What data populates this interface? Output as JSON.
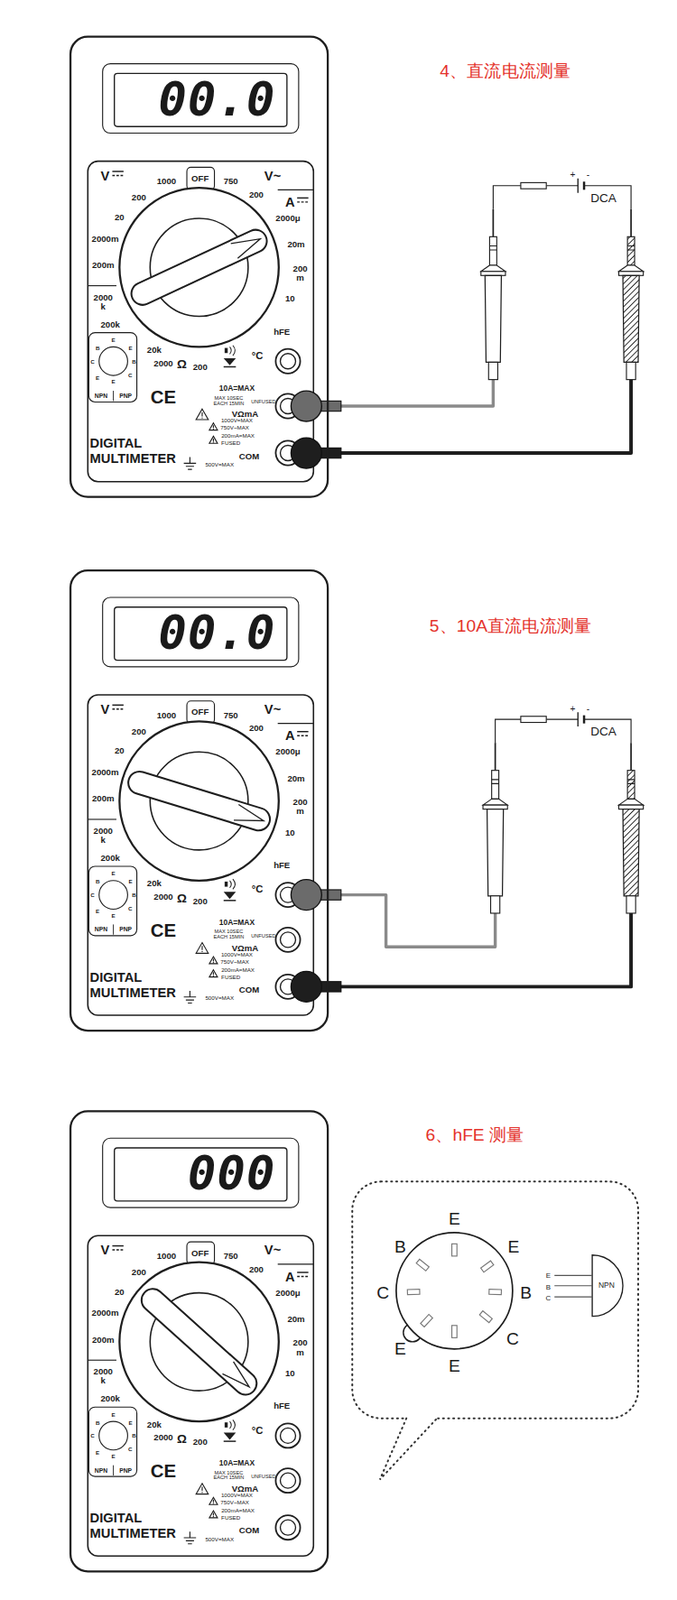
{
  "diagram": {
    "nodes": [
      {
        "text": [
          "DIGITAL MULTIMETER"
        ]
      },
      {
        "text": [
          "00.0"
        ],
        "in": 0
      },
      {
        "text": [
          "DIGITAL MULTIMETER"
        ]
      },
      {
        "text": [
          "00.0"
        ],
        "in": 2
      },
      {
        "text": [
          "DIGITAL MULTIMETER"
        ]
      },
      {
        "text": [
          "000"
        ],
        "in": 4
      }
    ],
    "labels": [
      "4、直流电流测量",
      "V",
      "1000",
      "OFF",
      "750",
      "V~",
      "200",
      "20",
      "2000m",
      "200m",
      "2000 k",
      "200k",
      "20k",
      "2000",
      "Ω",
      "200",
      "°C",
      "hFE",
      "10",
      "200 m",
      "20m",
      "2000μ",
      "A",
      "200",
      "E",
      "B",
      "E",
      "C",
      "B",
      "E",
      "C",
      "E",
      "NPN",
      "PNP",
      "CE",
      "10A=MAX",
      "MAX 10SEC EACH 15MIN",
      "UNFUSED",
      "VΩmA",
      "1000V=MAX",
      "750V~MAX",
      "200mA=MAX",
      "FUSED",
      "COM",
      "500V=MAX",
      "+",
      "-",
      "DCA",
      "5、10A直流电流测量",
      "V",
      "1000",
      "OFF",
      "750",
      "V~",
      "200",
      "20",
      "2000m",
      "200m",
      "2000 k",
      "200k",
      "20k",
      "2000",
      "Ω",
      "200",
      "°C",
      "hFE",
      "10",
      "200 m",
      "20m",
      "2000μ",
      "A",
      "200",
      "E",
      "B",
      "E",
      "C",
      "B",
      "E",
      "C",
      "E",
      "NPN",
      "PNP",
      "CE",
      "10A=MAX",
      "MAX 10SEC EACH 15MIN",
      "UNFUSED",
      "VΩmA",
      "1000V=MAX",
      "750V~MAX",
      "200mA=MAX",
      "FUSED",
      "COM",
      "500V=MAX",
      "+",
      "-",
      "DCA",
      "6、hFE 测量",
      "V",
      "1000",
      "OFF",
      "750",
      "V~",
      "200",
      "20",
      "2000m",
      "200m",
      "2000 k",
      "200k",
      "20k",
      "2000",
      "Ω",
      "200",
      "°C",
      "hFE",
      "10",
      "200 m",
      "20m",
      "2000μ",
      "A",
      "200",
      "E",
      "B",
      "E",
      "C",
      "B",
      "E",
      "C",
      "E",
      "NPN",
      "PNP",
      "CE",
      "10A=MAX",
      "MAX 10SEC EACH 15MIN",
      "UNFUSED",
      "VΩmA",
      "1000V=MAX",
      "750V~MAX",
      "200mA=MAX",
      "FUSED",
      "COM",
      "500V=MAX",
      "E",
      "B",
      "E",
      "C",
      "B",
      "E",
      "C",
      "E",
      "E",
      "B",
      "C",
      "NPN"
    ]
  }
}
